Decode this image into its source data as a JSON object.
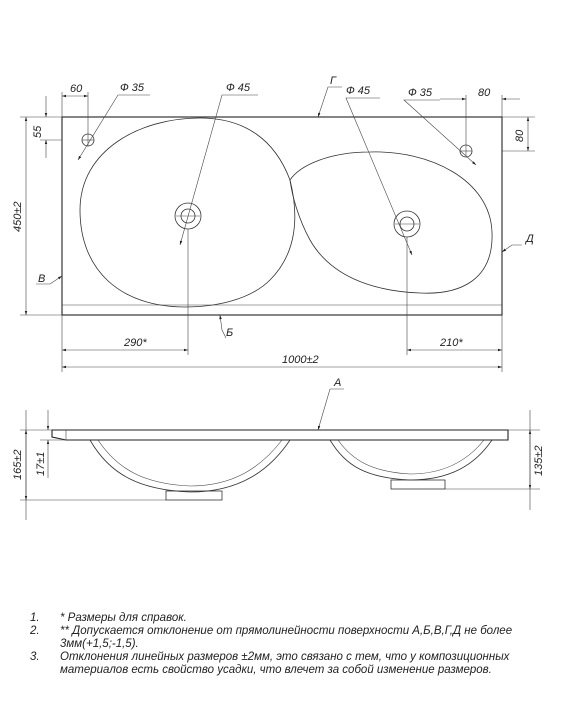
{
  "dimensions": {
    "left_margin_60": "60",
    "hole_dia_35_left": "Ф 35",
    "bowl_dia_45_left": "Ф 45",
    "label_G": "Г",
    "bowl_dia_45_right": "Ф 45",
    "hole_dia_35_right": "Ф 35",
    "right_margin_80_h": "80",
    "right_margin_80_v": "80",
    "top_margin_55": "55",
    "depth_450": "450±2",
    "label_V": "В",
    "label_D": "Д",
    "label_B": "Б",
    "left_center_290": "290*",
    "right_center_210": "210*",
    "total_width_1000": "1000±2",
    "label_A": "А",
    "total_height_165": "165±2",
    "slab_thickness_17": "17±1",
    "bowl_height_135": "135±2"
  },
  "notes": [
    {
      "num": "1.",
      "text": "*  Размеры для справок."
    },
    {
      "num": "2.",
      "text": "**  Допускается отклонение от прямолинейности поверхности А,Б,В,Г,Д не более 3мм(+1,5;-1,5)."
    },
    {
      "num": "3.",
      "text": "Отклонения линейных размеров ±2мм, это связано с тем, что у композиционных материалов есть свойство усадки, что влечет за собой изменение размеров."
    }
  ]
}
